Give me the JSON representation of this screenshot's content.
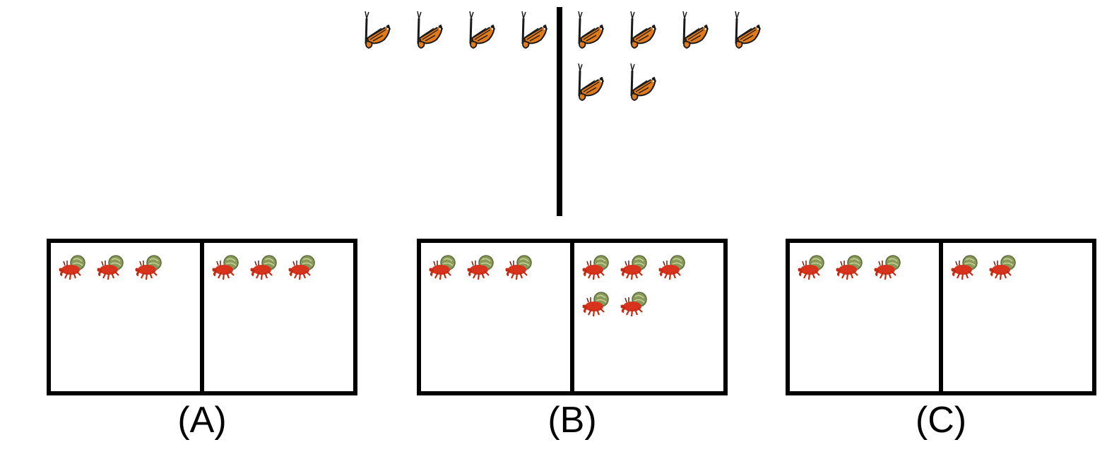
{
  "question": {
    "left_group_count": 4,
    "right_group_count": 6,
    "creature": "butterfly"
  },
  "options": [
    {
      "label": "(A)",
      "left_count": 3,
      "right_count": 3,
      "creature": "hermit-crab"
    },
    {
      "label": "(B)",
      "left_count": 3,
      "right_count": 5,
      "creature": "hermit-crab"
    },
    {
      "label": "(C)",
      "left_count": 3,
      "right_count": 2,
      "creature": "hermit-crab"
    }
  ],
  "colors": {
    "butterfly_wing": "#e07a1a",
    "butterfly_vein": "#1a1a1a",
    "crab_body": "#d8331c",
    "crab_shell": "#8a9a5a",
    "border": "#000000"
  }
}
